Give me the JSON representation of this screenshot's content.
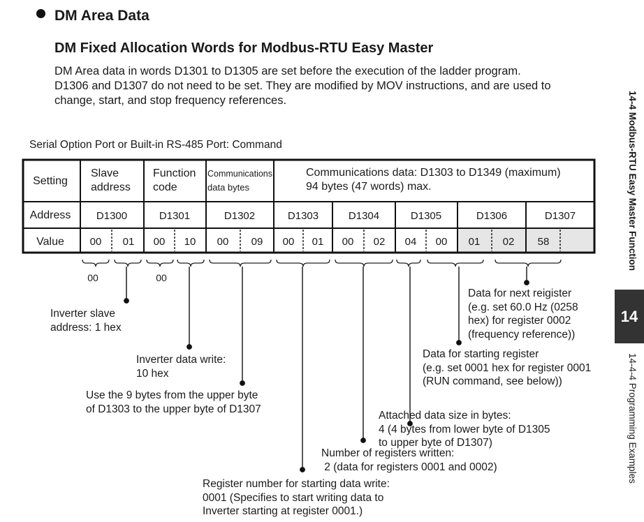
{
  "heading": "DM Area Data",
  "subheading": "DM Fixed Allocation Words for Modbus-RTU Easy Master",
  "intro_lines": [
    "DM Area data in words D1301 to D1305 are set before the execution of the ladder program.",
    "D1306 and D1307 do not need to be set. They are modified by MOV instructions, and are used to",
    "change, start, and stop frequency references."
  ],
  "table_caption": "Serial Option Port or Built-in RS-485 Port: Command",
  "sidebar": {
    "section": "14-4 Modbus-RTU Easy Master Function",
    "chapter": "14",
    "subsection": "14-4-4  Programming Examples"
  },
  "table": {
    "row_labels": {
      "setting": "Setting",
      "address": "Address",
      "value": "Value"
    },
    "settings": {
      "slave": [
        "Slave",
        "address"
      ],
      "function": [
        "Function",
        "code"
      ],
      "comm_bytes": [
        "Communications",
        "data bytes"
      ],
      "comm_data": [
        "Communications data: D1303 to D1349 (maximum)",
        "94 bytes (47 words) max."
      ]
    },
    "addresses": [
      "D1300",
      "D1301",
      "D1302",
      "D1303",
      "D1304",
      "D1305",
      "D1306",
      "D1307"
    ],
    "values": [
      "00",
      "01",
      "00",
      "10",
      "00",
      "09",
      "00",
      "01",
      "00",
      "02",
      "04",
      "00",
      "01",
      "02",
      "58",
      ""
    ]
  },
  "under_labels": [
    "00",
    "00"
  ],
  "notes": {
    "slave_addr": [
      "Inverter slave",
      "address: 1 hex"
    ],
    "function_code": [
      "Inverter data write:",
      "10 hex"
    ],
    "byte_count": [
      "Use the 9 bytes from the upper byte",
      "of D1303 to the upper byte of D1307"
    ],
    "start_register": [
      "Register number for starting data write:",
      "0001 (Specifies to start writing data to",
      "Inverter starting at register 0001.)"
    ],
    "num_registers": [
      "Number of registers written:",
      " 2 (data for registers 0001 and 0002)"
    ],
    "data_size": [
      "Attached data size in bytes:",
      "4 (4 bytes from lower byte of D1305",
      "to upper byte of D1307)"
    ],
    "start_data": [
      "Data for starting register",
      "(e.g. set 0001 hex for register 0001",
      "(RUN command, see below))"
    ],
    "next_data": [
      "Data for next reigister",
      "(e.g. set 60.0 Hz (0258",
      "hex) for register 0002",
      "(frequency reference))"
    ]
  }
}
